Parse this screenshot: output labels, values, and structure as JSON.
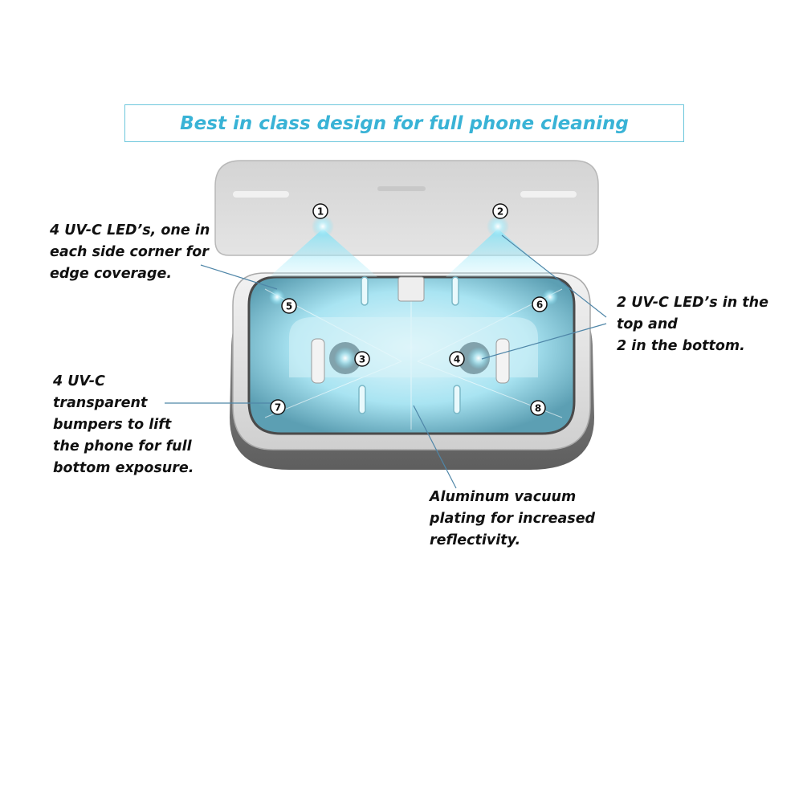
{
  "title": "Best in class design for full phone cleaning",
  "annotations": {
    "corner_leds": [
      "4 UV-C LED’s, one in",
      "each side corner for",
      "edge coverage."
    ],
    "top_bottom_leds": [
      "2 UV-C LED’s in the",
      "top and",
      "2 in the bottom."
    ],
    "bumpers": [
      "4 UV-C",
      "transparent",
      "bumpers to lift",
      "the phone for full",
      "bottom exposure."
    ],
    "plating": [
      "Aluminum vacuum",
      "plating for increased",
      "reflectivity."
    ]
  },
  "markers": [
    "1",
    "2",
    "3",
    "4",
    "5",
    "6",
    "7",
    "8"
  ],
  "colors": {
    "title": "#39b3d6",
    "title_border": "#6cc6dc",
    "uv_glow": "#7fe0f5",
    "case_gray": "#d9d9d9",
    "base_dark": "#6b6b6b"
  }
}
